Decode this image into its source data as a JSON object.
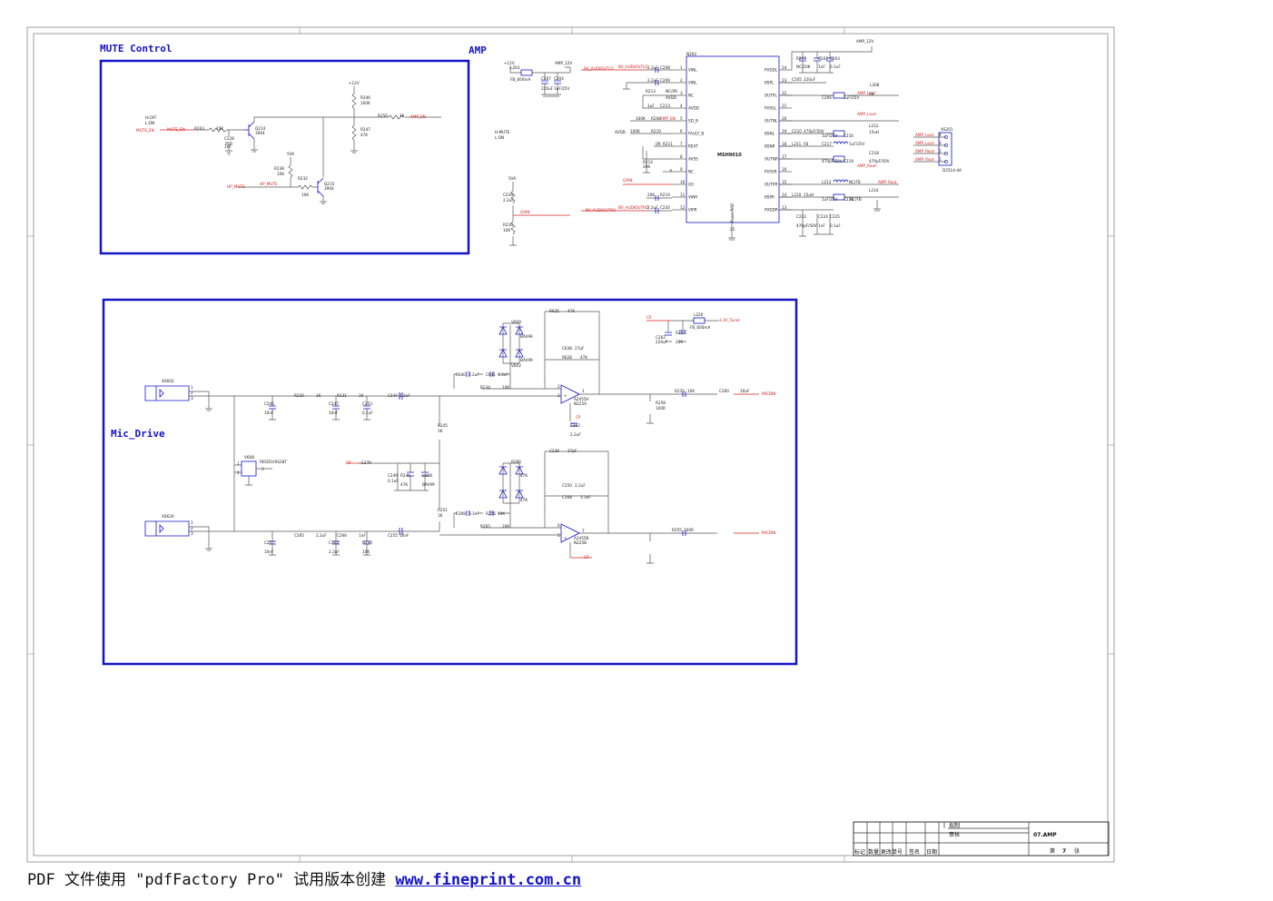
{
  "blocks": {
    "mute": {
      "title": "MUTE Control"
    },
    "amp": {
      "title": "AMP"
    },
    "mic": {
      "title": "Mic_Drive"
    }
  },
  "mute": {
    "note1": "H:OFF",
    "note2": "L:ON",
    "mute_en": "MUTE_EN",
    "mute_en2": "MUTE_EN",
    "hp_mute": "HP_MUTE",
    "hp_mute2": "HP_MUTE",
    "amp_en": "AMP_EN",
    "v12": "+12V",
    "v5": "5VA",
    "parts": [
      {
        "ref": "R203",
        "val": "10K"
      },
      {
        "ref": "C228",
        "val": "1nF"
      },
      {
        "ref": "Q214",
        "val": "3904"
      },
      {
        "ref": "R246",
        "val": "100K"
      },
      {
        "ref": "R247",
        "val": "47K"
      },
      {
        "ref": "R250",
        "val": "1K"
      },
      {
        "ref": "R238",
        "val": "10K"
      },
      {
        "ref": "R232",
        "val": "10K"
      },
      {
        "ref": "Q215",
        "val": "3904"
      }
    ]
  },
  "amp": {
    "note1": "H:MUTE",
    "note2": "L:ON",
    "ic_ref": "N202",
    "ic_name": "MSH9010",
    "ic_pad": "PowerPAD",
    "pins_left": [
      {
        "n": "1",
        "name": "VINL"
      },
      {
        "n": "2",
        "name": "VINL"
      },
      {
        "n": "3",
        "name": "NC"
      },
      {
        "n": "4",
        "name": "AVDD"
      },
      {
        "n": "5",
        "name": "SD_B"
      },
      {
        "n": "6",
        "name": "FAULT_B"
      },
      {
        "n": "7",
        "name": "REXT"
      },
      {
        "n": "8",
        "name": "AVSS"
      },
      {
        "n": "9",
        "name": "NC"
      },
      {
        "n": "10",
        "name": "G0"
      },
      {
        "n": "11",
        "name": "VINR"
      },
      {
        "n": "12",
        "name": "VIPR"
      }
    ],
    "pins_right": [
      {
        "n": "24",
        "name": "PVDDL"
      },
      {
        "n": "23",
        "name": "BSPL"
      },
      {
        "n": "22",
        "name": "OUTPL"
      },
      {
        "n": "21",
        "name": "PVSSL"
      },
      {
        "n": "20",
        "name": "OUTNL"
      },
      {
        "n": "19",
        "name": "BSNL"
      },
      {
        "n": "18",
        "name": "BSNR"
      },
      {
        "n": "17",
        "name": "OUTNR"
      },
      {
        "n": "16",
        "name": "PVSSR"
      },
      {
        "n": "15",
        "name": "OUTPR"
      },
      {
        "n": "14",
        "name": "BSPR"
      },
      {
        "n": "13",
        "name": "PVDDR"
      }
    ],
    "pad_pin": "25",
    "amp12v": "AMP_12V",
    "amp12v_top": "AMP_12V",
    "v12": "+12V",
    "v5": "5VA",
    "avdd": "AVDD",
    "gain": "GAIN",
    "gain2": "GAIN",
    "amp_en": "AMP_EN",
    "audio_l": "BV_AUDIOUTLO",
    "audio_r": "BV_AUDIOUTRO",
    "outs": [
      "AMP_Lout",
      "AMP_Lout-",
      "AMP_Rout-",
      "AMP_Rout"
    ],
    "outs_conn": [
      "AMP_Lout",
      "AMP_Lout-",
      "AMP_Rout-",
      "AMP_Rout"
    ],
    "connector": "XS201",
    "connector_type": "D2514-4A",
    "parts": [
      {
        "ref": "L203",
        "val": "FB_600mA"
      },
      {
        "ref": "C207",
        "val": "220uF"
      },
      {
        "ref": "C204",
        "val": "1uF/25V"
      },
      {
        "ref": "C208",
        "val": "2.2uF"
      },
      {
        "ref": "C209",
        "val": "2.2uF"
      },
      {
        "ref": "R213",
        "val": "NC/0R"
      },
      {
        "ref": "C213",
        "val": "1uF"
      },
      {
        "ref": "R208",
        "val": "100K"
      },
      {
        "ref": "R210",
        "val": "100K"
      },
      {
        "ref": "R211",
        "val": "0R"
      },
      {
        "ref": "R214",
        "val": "20K"
      },
      {
        "ref": "C220",
        "val": "2.2uF"
      },
      {
        "ref": "C229",
        "val": "2.2uF"
      },
      {
        "ref": "R216",
        "val": "10K"
      },
      {
        "ref": "R217",
        "val": "NC/10K"
      },
      {
        "ref": "C202",
        "val": "1nF"
      },
      {
        "ref": "C203",
        "val": "0.1uF"
      },
      {
        "ref": "C205",
        "val": "220uF"
      },
      {
        "ref": "C206",
        "val": "1uF/25V"
      },
      {
        "ref": "L208",
        "val": "FB"
      },
      {
        "ref": "C210",
        "val": "470pF/50V"
      },
      {
        "ref": "C216",
        "val": "1uF/25V"
      },
      {
        "ref": "L211",
        "val": "FB"
      },
      {
        "ref": "C217",
        "val": "1uF/25V"
      },
      {
        "ref": "L212",
        "val": "15uH"
      },
      {
        "ref": "C218",
        "val": "470pF/50V"
      },
      {
        "ref": "C219",
        "val": "470pF/50V"
      },
      {
        "ref": "L213",
        "val": "NC/FB"
      },
      {
        "ref": "L210",
        "val": "15uH"
      },
      {
        "ref": "C221",
        "val": "1uF/25V"
      },
      {
        "ref": "L214",
        "val": "NC/FB"
      },
      {
        "ref": "C222",
        "val": "470pF/50V"
      },
      {
        "ref": "C224",
        "val": "1nF"
      },
      {
        "ref": "C225",
        "val": "0.1uF"
      },
      {
        "ref": "C226",
        "val": "220uF"
      }
    ]
  },
  "mic": {
    "jack1": "XS602",
    "jack2": "XS620",
    "esd": "V608",
    "esd_part": "PESD5V0S2BT",
    "op1": "A2455A",
    "op1_part": "N225A",
    "op2": "A2455B",
    "op2_part": "N225B",
    "cp": "CP",
    "cp2": "CP",
    "cp3": "CP",
    "cp4": "CP",
    "tuner": "3.3V_Tuner",
    "tuner_l": "L220",
    "tuner_fb": "FB_600mA",
    "out1": "MICDIN",
    "out2": "MICDIN",
    "parts": [
      {
        "ref": "R625",
        "val": "47K"
      },
      {
        "ref": "V609",
        "val": ""
      },
      {
        "ref": "V600",
        "val": "BAV99"
      },
      {
        "ref": "V602",
        "val": "BAV99"
      },
      {
        "ref": "C638",
        "val": "27pF"
      },
      {
        "ref": "R628",
        "val": "47K"
      },
      {
        "ref": "C640",
        "val": "2.2uF"
      },
      {
        "ref": "C641",
        "val": "3.3nF"
      },
      {
        "ref": "R234",
        "val": "10K"
      },
      {
        "ref": "R230",
        "val": "1K"
      },
      {
        "ref": "R231",
        "val": "1K"
      },
      {
        "ref": "C244",
        "val": "2.2uF"
      },
      {
        "ref": "C300",
        "val": "1nF"
      },
      {
        "ref": "C246",
        "val": "10nF"
      },
      {
        "ref": "C247",
        "val": "10nF"
      },
      {
        "ref": "C253",
        "val": "0.1uF"
      },
      {
        "ref": "C302",
        "val": "2.2uF"
      },
      {
        "ref": "R235",
        "val": "10K"
      },
      {
        "ref": "R258",
        "val": "100R"
      },
      {
        "ref": "C260",
        "val": "10uF"
      },
      {
        "ref": "C262",
        "val": "220uF"
      },
      {
        "ref": "R264",
        "val": "20K"
      },
      {
        "ref": "R240",
        "val": ""
      },
      {
        "ref": "R245",
        "val": "1K"
      },
      {
        "ref": "C270",
        "val": "10uF"
      },
      {
        "ref": "C249",
        "val": "0.1uF"
      },
      {
        "ref": "R246",
        "val": "47K"
      },
      {
        "ref": "V608",
        "val": "BAV99"
      },
      {
        "ref": "C239",
        "val": "27pF"
      },
      {
        "ref": "R266",
        "val": "47K"
      },
      {
        "ref": "C250",
        "val": "2.2uF"
      },
      {
        "ref": "C308",
        "val": "3.3nF"
      },
      {
        "ref": "R256",
        "val": "10K"
      },
      {
        "ref": "R265",
        "val": "20K"
      },
      {
        "ref": "R250",
        "val": "1K"
      },
      {
        "ref": "R251",
        "val": "1K"
      },
      {
        "ref": "C265",
        "val": "2.2uF"
      },
      {
        "ref": "C266",
        "val": "1nF"
      },
      {
        "ref": "C255",
        "val": "10nF"
      },
      {
        "ref": "C257",
        "val": "10nF"
      },
      {
        "ref": "C304",
        "val": "2.2uF"
      },
      {
        "ref": "R239",
        "val": "10K"
      },
      {
        "ref": "R255",
        "val": "100R"
      }
    ]
  },
  "titleblock": {
    "r1": "拟制",
    "r2": "审核",
    "cols": [
      "标记",
      "数量",
      "更改单号",
      "签名",
      "日期"
    ],
    "sheet_name": "07.AMP",
    "page_prefix": "第",
    "page_num": "7",
    "page_suffix": "张"
  },
  "footer": {
    "text": "PDF 文件使用 \"pdfFactory Pro\" 试用版本创建 ",
    "link": "www.fineprint.com.cn"
  }
}
